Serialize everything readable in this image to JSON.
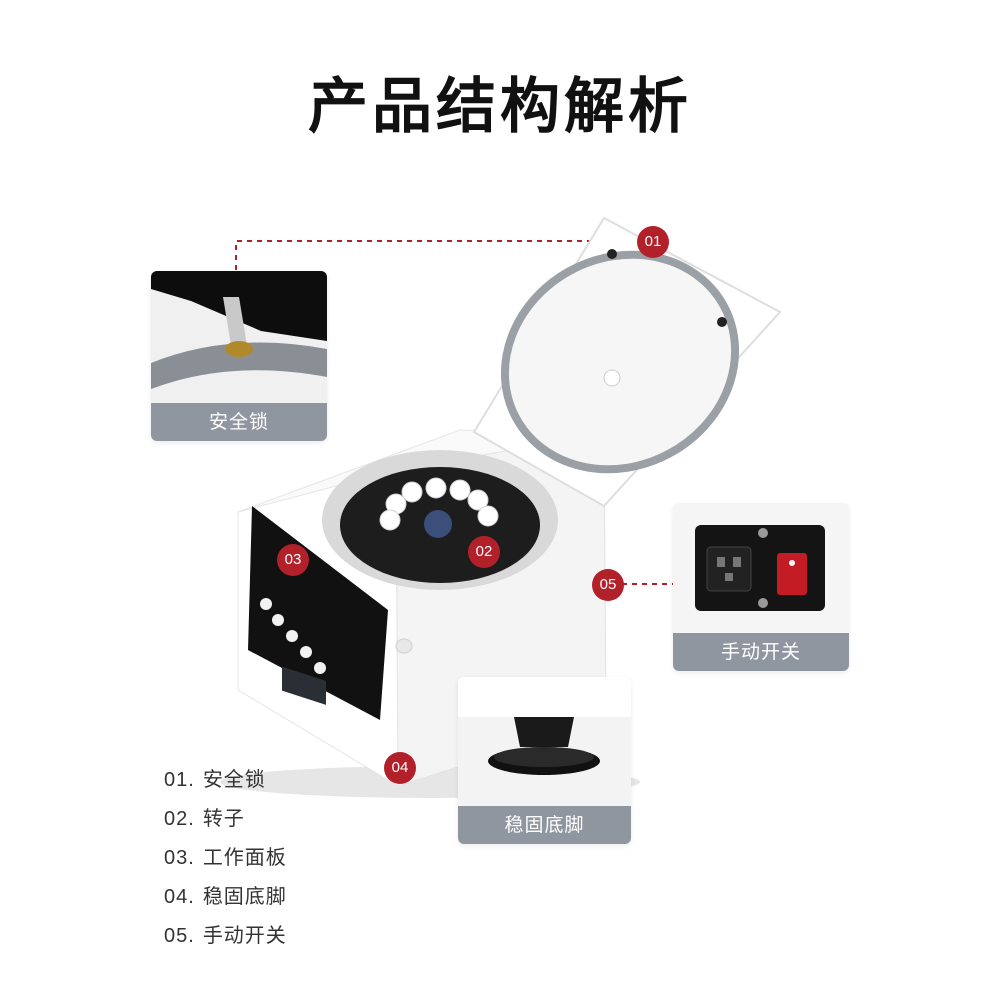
{
  "title": "产品结构解析",
  "markers": [
    "01",
    "02",
    "03",
    "04",
    "05"
  ],
  "callouts": {
    "lock": "安全锁",
    "switch": "手动开关",
    "feet": "稳固底脚"
  },
  "legend": [
    {
      "num": "01.",
      "label": "安全锁"
    },
    {
      "num": "02.",
      "label": "转子"
    },
    {
      "num": "03.",
      "label": "工作面板"
    },
    {
      "num": "04.",
      "label": "稳固底脚"
    },
    {
      "num": "05.",
      "label": "手动开关"
    }
  ],
  "colors": {
    "marker": "#b2202a",
    "caption_bg": "#8f96a0",
    "dashed_line": "#b2202a"
  }
}
